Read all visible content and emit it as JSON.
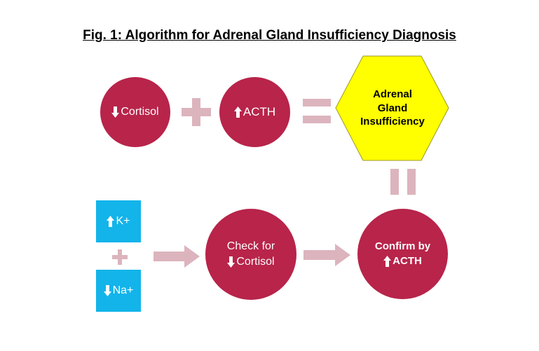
{
  "title": "Fig. 1: Algorithm for Adrenal Gland Insufficiency Diagnosis",
  "colors": {
    "node": "#b8244a",
    "square": "#12b4ea",
    "hexagon": "#ffff00",
    "operator": "#dcb4bd"
  },
  "nodes": {
    "cortisol": {
      "arrow": "down",
      "label": "Cortisol"
    },
    "acth": {
      "arrow": "up",
      "label": "ACTH"
    },
    "result": {
      "line1": "Adrenal",
      "line2": "Gland",
      "line3": "Insufficiency"
    },
    "potassium": {
      "arrow": "up",
      "label": "K+"
    },
    "sodium": {
      "arrow": "down",
      "label": "Na+"
    },
    "check": {
      "line1": "Check for",
      "arrow": "down",
      "line2": "Cortisol"
    },
    "confirm": {
      "line1": "Confirm by",
      "arrow": "up",
      "line2": "ACTH"
    }
  },
  "connectors": [
    "plus",
    "equals",
    "plus",
    "right-arrow",
    "right-arrow",
    "vertical-equals"
  ]
}
